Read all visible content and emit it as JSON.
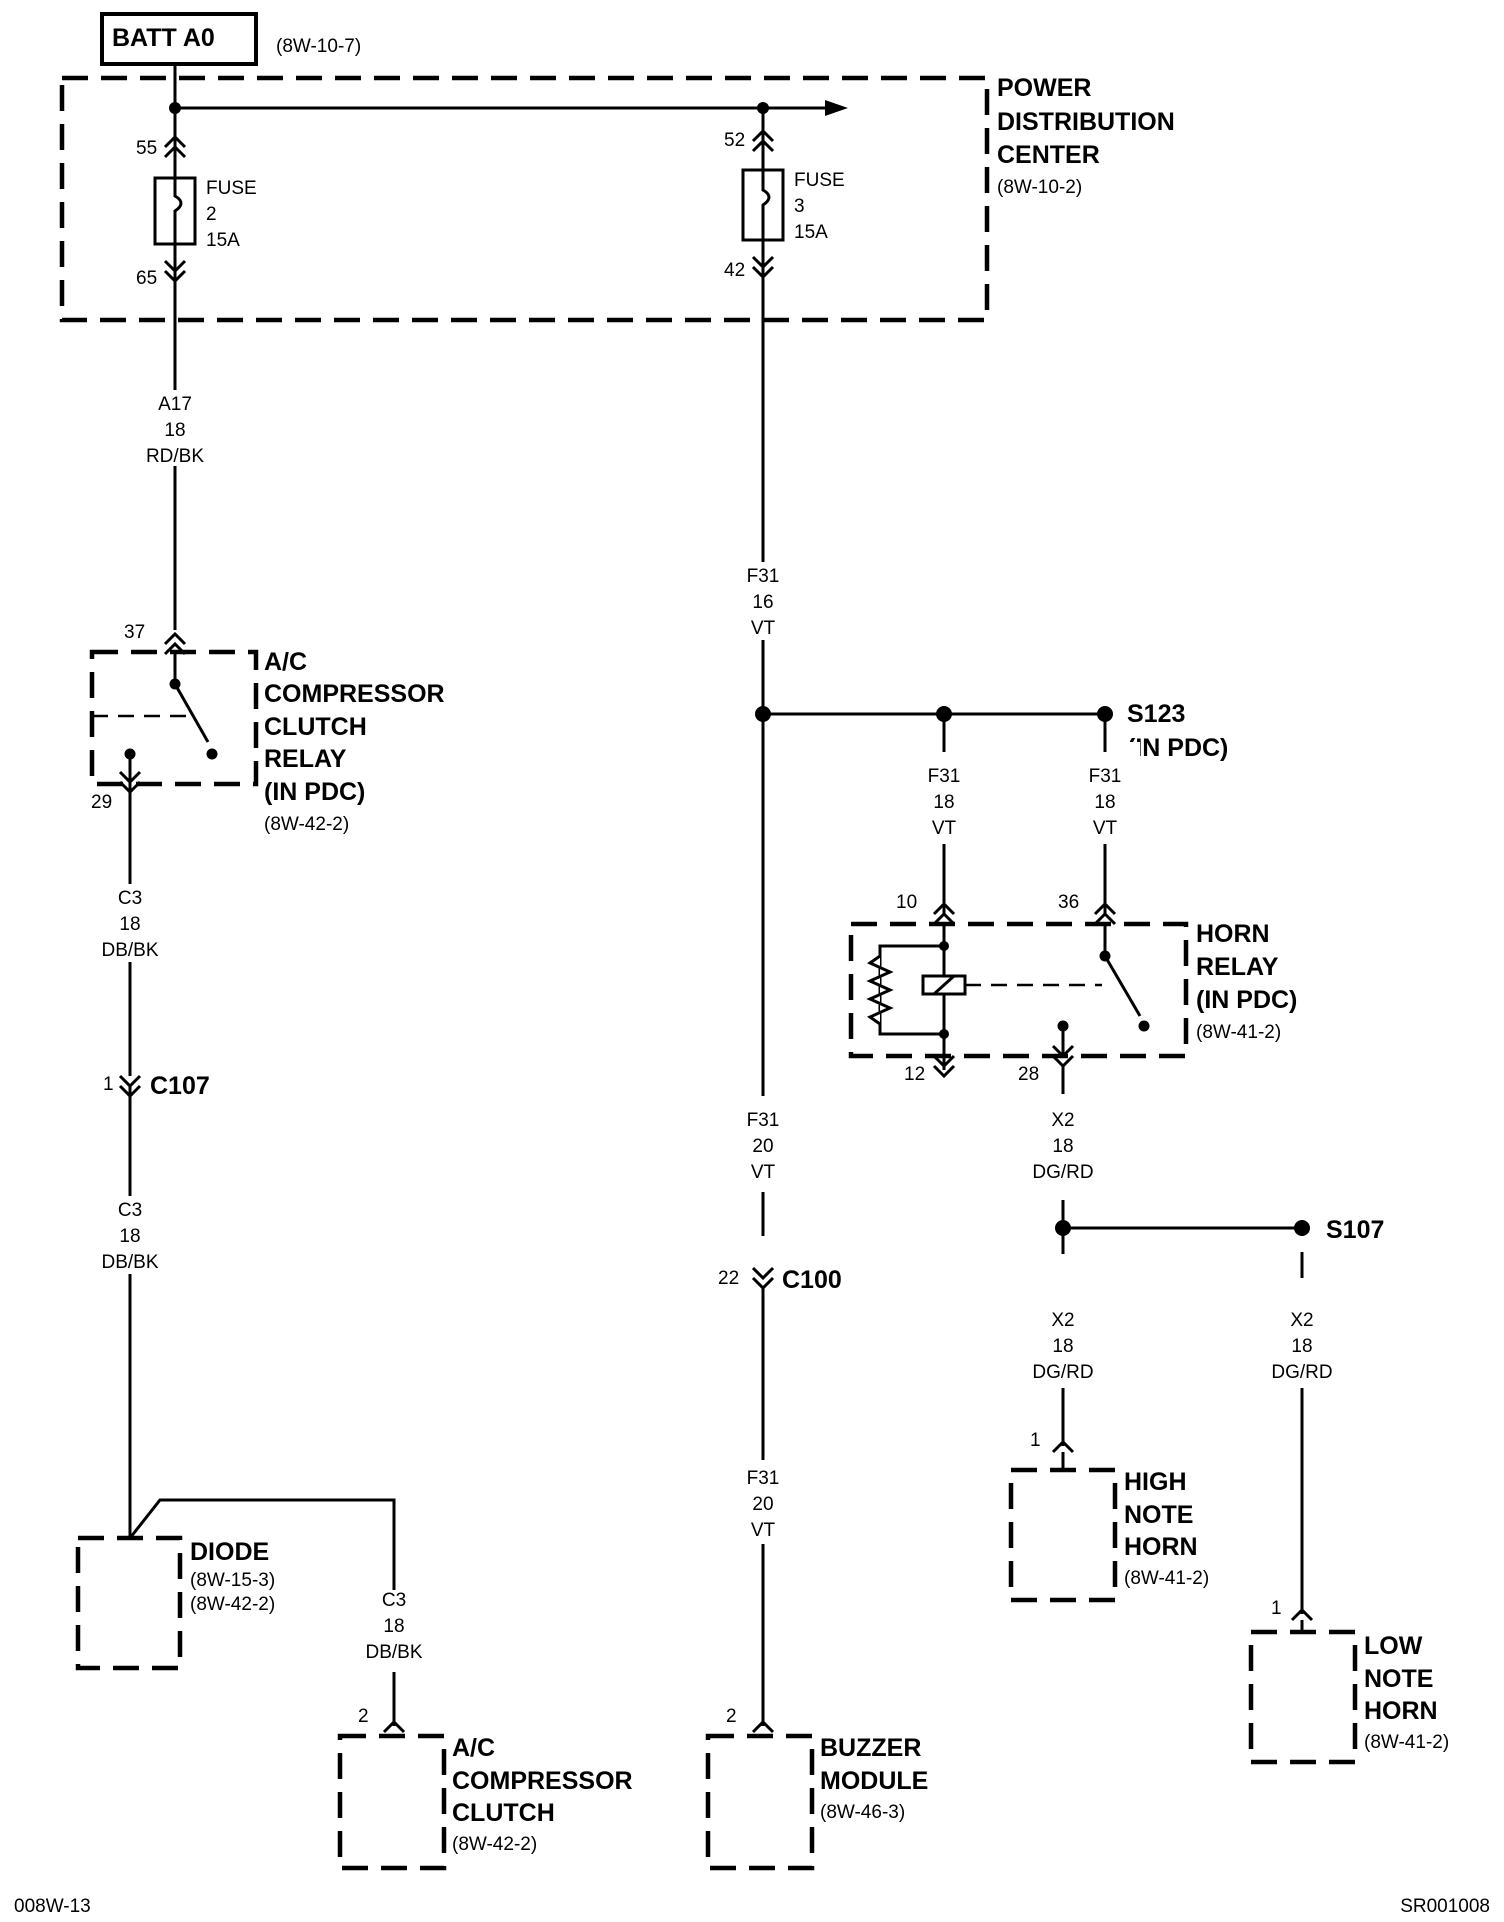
{
  "battery": {
    "label": "BATT A0",
    "ref": "(8W-10-7)"
  },
  "pdc": {
    "line1": "POWER",
    "line2": "DISTRIBUTION",
    "line3": "CENTER",
    "ref": "(8W-10-2)"
  },
  "fuse2": {
    "label": "FUSE",
    "num": "2",
    "amps": "15A",
    "pin_in": "55",
    "pin_out": "65"
  },
  "fuse3": {
    "label": "FUSE",
    "num": "3",
    "amps": "15A",
    "pin_in": "52",
    "pin_out": "42"
  },
  "wire_a17": {
    "code": "A17",
    "gauge": "18",
    "color": "RD/BK"
  },
  "ac_relay": {
    "line1": "A/C",
    "line2": "COMPRESSOR",
    "line3": "CLUTCH",
    "line4": "RELAY",
    "line5": "(IN PDC)",
    "ref": "(8W-42-2)",
    "pin_in": "37",
    "pin_out": "29"
  },
  "wire_c3_a": {
    "code": "C3",
    "gauge": "18",
    "color": "DB/BK"
  },
  "c107": {
    "pin": "1",
    "label": "C107"
  },
  "wire_c3_b": {
    "code": "C3",
    "gauge": "18",
    "color": "DB/BK"
  },
  "diode": {
    "label": "DIODE",
    "ref1": "(8W-15-3)",
    "ref2": "(8W-42-2)"
  },
  "wire_c3_c": {
    "code": "C3",
    "gauge": "18",
    "color": "DB/BK"
  },
  "ac_clutch": {
    "line1": "A/C",
    "line2": "COMPRESSOR",
    "line3": "CLUTCH",
    "ref": "(8W-42-2)",
    "pin": "2"
  },
  "wire_f31_16": {
    "code": "F31",
    "gauge": "16",
    "color": "VT"
  },
  "s123": {
    "label": "S123",
    "sub": "(IN PDC)"
  },
  "wire_f31_18a": {
    "code": "F31",
    "gauge": "18",
    "color": "VT"
  },
  "wire_f31_18b": {
    "code": "F31",
    "gauge": "18",
    "color": "VT"
  },
  "horn_relay": {
    "line1": "HORN",
    "line2": "RELAY",
    "line3": "(IN PDC)",
    "ref": "(8W-41-2)",
    "pin10": "10",
    "pin36": "36",
    "pin12": "12",
    "pin28": "28"
  },
  "wire_f31_20a": {
    "code": "F31",
    "gauge": "20",
    "color": "VT"
  },
  "c100": {
    "pin": "22",
    "label": "C100"
  },
  "wire_f31_20b": {
    "code": "F31",
    "gauge": "20",
    "color": "VT"
  },
  "buzzer": {
    "line1": "BUZZER",
    "line2": "MODULE",
    "ref": "(8W-46-3)",
    "pin": "2"
  },
  "wire_x2_a": {
    "code": "X2",
    "gauge": "18",
    "color": "DG/RD"
  },
  "s107": {
    "label": "S107"
  },
  "wire_x2_b": {
    "code": "X2",
    "gauge": "18",
    "color": "DG/RD"
  },
  "wire_x2_c": {
    "code": "X2",
    "gauge": "18",
    "color": "DG/RD"
  },
  "high_horn": {
    "line1": "HIGH",
    "line2": "NOTE",
    "line3": "HORN",
    "ref": "(8W-41-2)",
    "pin": "1"
  },
  "low_horn": {
    "line1": "LOW",
    "line2": "NOTE",
    "line3": "HORN",
    "ref": "(8W-41-2)",
    "pin": "1"
  },
  "footer": {
    "left": "008W-13",
    "right": "SR001008"
  }
}
